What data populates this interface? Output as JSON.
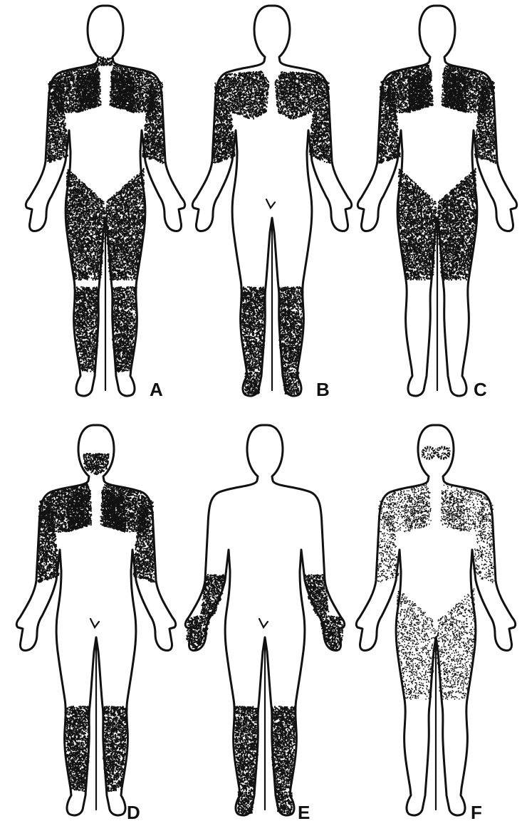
{
  "colors": {
    "ink": "#111111",
    "background": "#ffffff"
  },
  "panels": [
    {
      "label": "A",
      "regions": [
        "neck",
        "shoulders",
        "upper-chest",
        "upper-arms",
        "thighs",
        "lower-legs"
      ],
      "density": "dense"
    },
    {
      "label": "B",
      "regions": [
        "breasts-shoulders",
        "upper-arms",
        "lower-legs",
        "feet"
      ],
      "density": "dense",
      "groin_detail": true
    },
    {
      "label": "C",
      "regions": [
        "shoulders",
        "upper-chest",
        "upper-arms",
        "thighs"
      ],
      "density": "dense"
    },
    {
      "label": "D",
      "regions": [
        "face",
        "shoulders",
        "upper-chest",
        "upper-arms",
        "lower-legs"
      ],
      "density": "dense",
      "groin_detail": true
    },
    {
      "label": "E",
      "regions": [
        "forearms",
        "hands",
        "lower-legs",
        "feet"
      ],
      "density": "dense",
      "groin_detail": true
    },
    {
      "label": "F",
      "regions": [
        "periorbital",
        "shoulders",
        "upper-chest",
        "upper-arms",
        "thighs"
      ],
      "density": "sparse"
    }
  ]
}
